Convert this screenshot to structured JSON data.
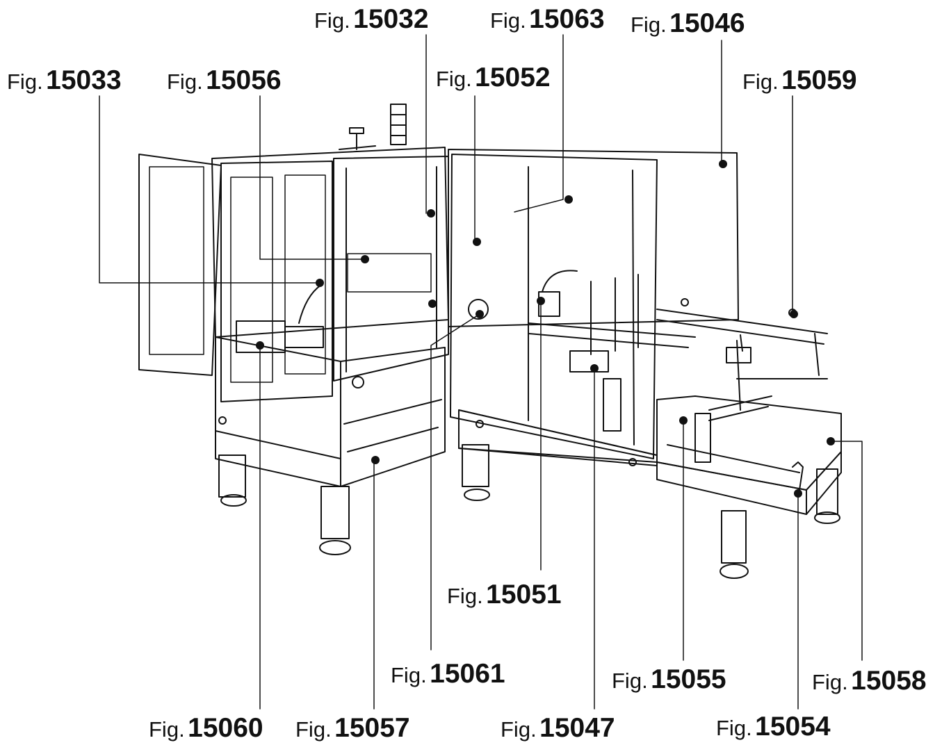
{
  "figure": {
    "prefix": "Fig.",
    "callouts": [
      {
        "id": "c1",
        "number": "15032"
      },
      {
        "id": "c2",
        "number": "15063"
      },
      {
        "id": "c3",
        "number": "15046"
      },
      {
        "id": "c4",
        "number": "15033"
      },
      {
        "id": "c5",
        "number": "15056"
      },
      {
        "id": "c6",
        "number": "15052"
      },
      {
        "id": "c7",
        "number": "15059"
      },
      {
        "id": "c8",
        "number": "15051"
      },
      {
        "id": "c9",
        "number": "15061"
      },
      {
        "id": "c10",
        "number": "15055"
      },
      {
        "id": "c11",
        "number": "15058"
      },
      {
        "id": "c12",
        "number": "15060"
      },
      {
        "id": "c13",
        "number": "15057"
      },
      {
        "id": "c14",
        "number": "15047"
      },
      {
        "id": "c15",
        "number": "15054"
      }
    ]
  }
}
